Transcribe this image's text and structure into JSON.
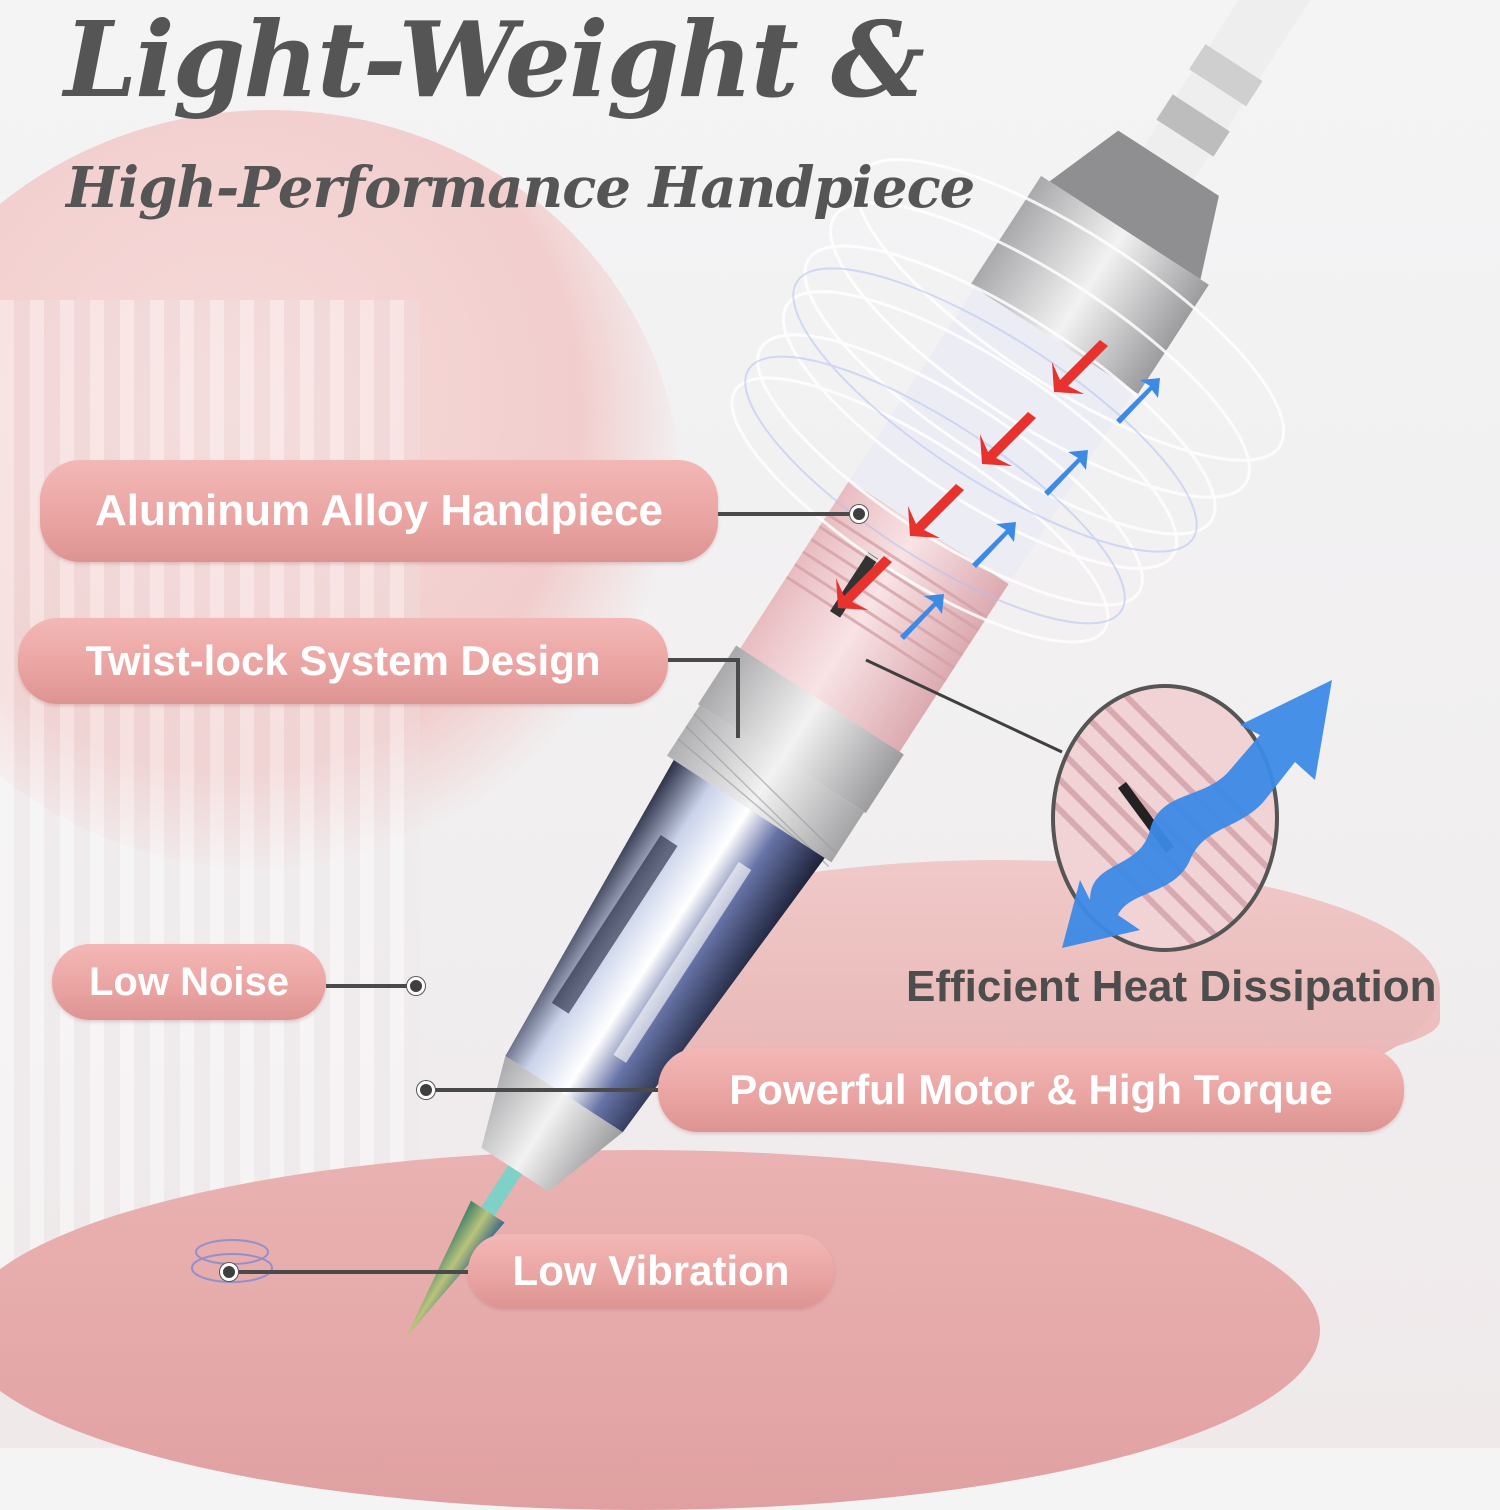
{
  "title": {
    "line1": "Light-Weight &",
    "line2": "High-Performance Handpiece"
  },
  "callouts": [
    {
      "id": "aluminum-alloy-handpiece",
      "label": "Aluminum Alloy Handpiece"
    },
    {
      "id": "twist-lock-system-design",
      "label": "Twist-lock System Design"
    },
    {
      "id": "low-noise",
      "label": "Low Noise"
    },
    {
      "id": "powerful-motor-high-torque",
      "label": "Powerful Motor & High Torque"
    },
    {
      "id": "low-vibration",
      "label": "Low Vibration"
    }
  ],
  "heat_dissipation": {
    "label": "Efficient Heat Dissipation",
    "icon": "bidirectional-wave-arrow-icon"
  },
  "icons": {
    "hot_air_arrows": "red-inward-arrow-icon",
    "cool_air_arrows": "blue-outward-arrow-icon",
    "airflow_rings": "airflow-rings-icon"
  },
  "colors": {
    "title_text": "#555556",
    "pill_fill": "#eaa6a4",
    "pill_text": "#ffffff",
    "heat_label_text": "#4d4d4d",
    "hot_arrow": "#e8322e",
    "cool_arrow": "#3c8ae6",
    "handpiece_pink": "#efc9cc",
    "handpiece_silver": "#c9c9cb",
    "pedestal_pink": "#e8b0b0"
  }
}
